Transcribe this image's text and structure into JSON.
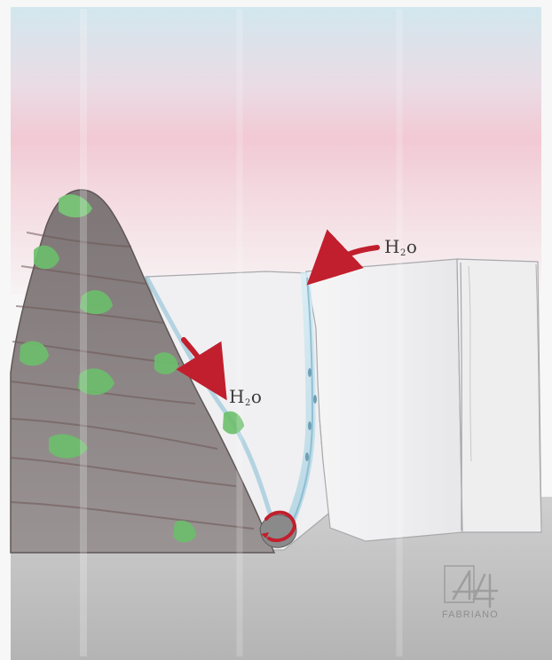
{
  "labels": {
    "left": {
      "main": "H",
      "sub": "2",
      "tail": "o"
    },
    "right": {
      "main": "H",
      "sub": "2",
      "tail": "o"
    }
  },
  "watermark": {
    "mark": "4",
    "brand": "FABRIANO"
  },
  "colors": {
    "sky_blue": "#cfe3ea",
    "sky_pink": "#f1c8d2",
    "mountain": "#8a7f7d",
    "moss": "#69b96d",
    "cliff": "#ebebed",
    "ground": "#bdbdbd",
    "arrow": "#c11f2d",
    "water": "#8cc2d9"
  }
}
